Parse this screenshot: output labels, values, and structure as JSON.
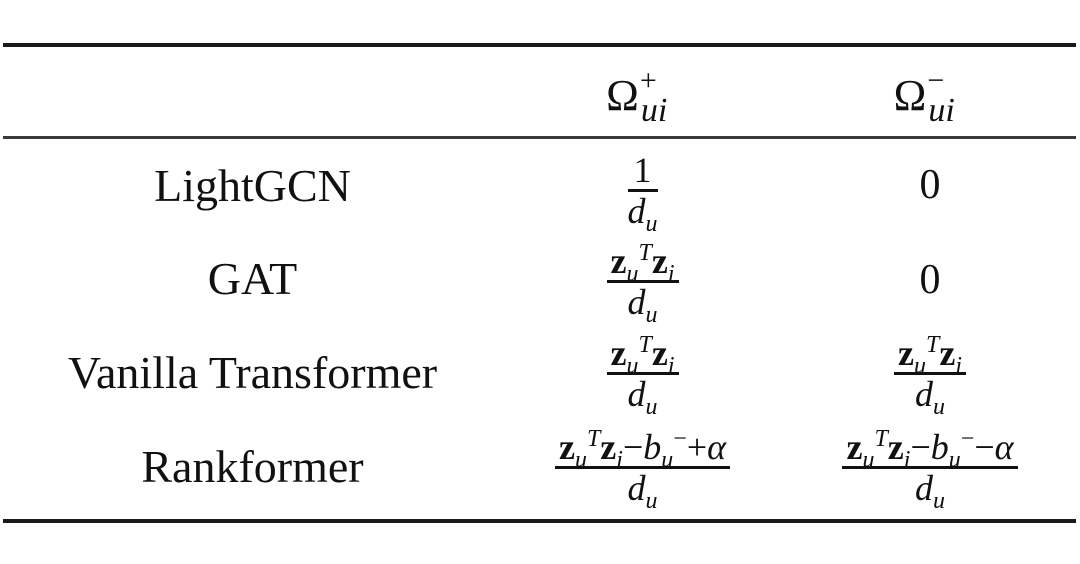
{
  "table": {
    "headers": [
      {
        "symbol": "Ω",
        "superscript": "+",
        "subscript": "ui"
      },
      {
        "symbol": "Ω",
        "superscript": "−",
        "subscript": "ui"
      }
    ],
    "rows": [
      {
        "model": "LightGCN",
        "omega_plus": {
          "numerator": "1",
          "denominator": "d_u"
        },
        "omega_minus": "0"
      },
      {
        "model": "GAT",
        "omega_plus": {
          "numerator": "z_u^T z_i",
          "denominator": "d_u"
        },
        "omega_minus": "0"
      },
      {
        "model": "Vanilla Transformer",
        "omega_plus": {
          "numerator": "z_u^T z_i",
          "denominator": "d_u"
        },
        "omega_minus": {
          "numerator": "z_u^T z_i",
          "denominator": "d_u"
        }
      },
      {
        "model": "Rankformer",
        "omega_plus": {
          "numerator": "z_u^T z_i − b_u^− + α",
          "denominator": "d_u"
        },
        "omega_minus": {
          "numerator": "z_u^T z_i − b_u^− − α",
          "denominator": "d_u"
        }
      }
    ],
    "glyphs": {
      "omega": "Ω",
      "plus": "+",
      "minus": "−",
      "z": "z",
      "T": "T",
      "u": "u",
      "i": "i",
      "d": "d",
      "b": "b",
      "alpha": "α",
      "one": "1",
      "ui": "ui"
    }
  }
}
